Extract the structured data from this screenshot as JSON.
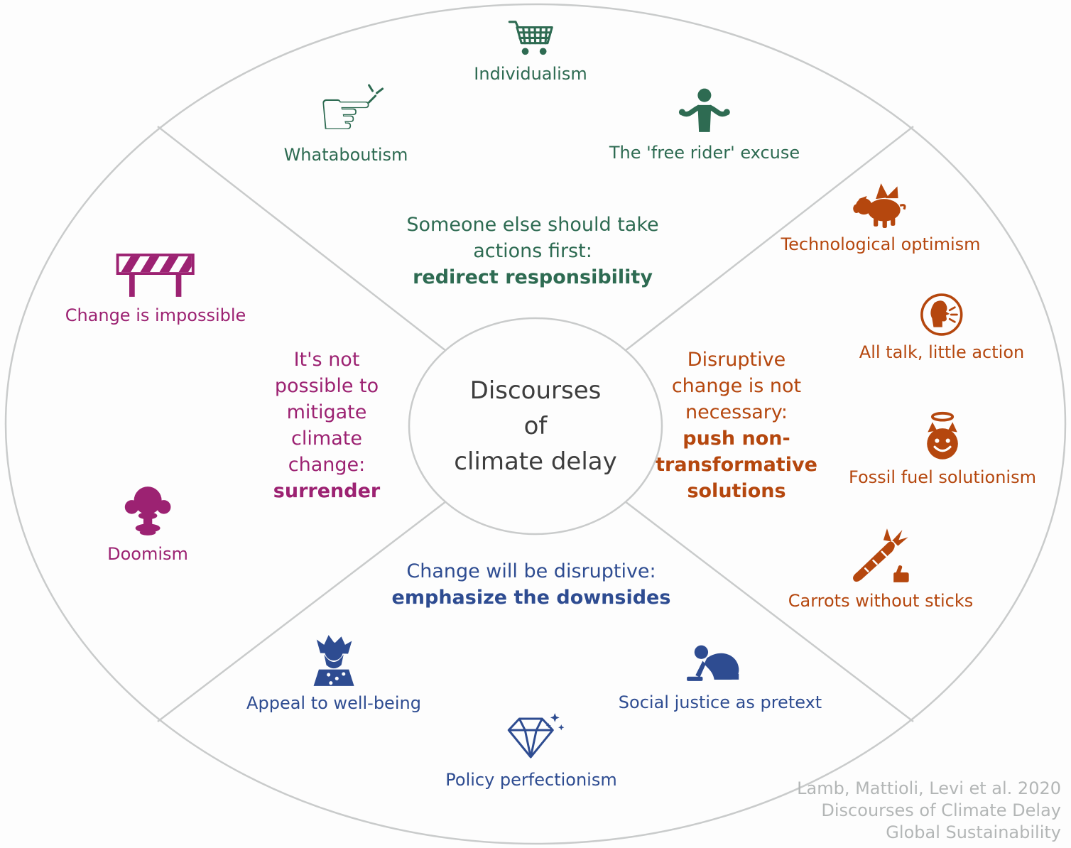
{
  "palette": {
    "green": "#2e6b52",
    "orange": "#b5470e",
    "purple": "#9c2272",
    "blue": "#2e4c91",
    "outline_gray": "#c9cbcb",
    "center_text": "#3d3d3d",
    "citation_gray": "#b3b6b6"
  },
  "center": {
    "lines": [
      "Discourses",
      "of",
      "climate delay"
    ]
  },
  "quadrants": {
    "top": {
      "color": "#2e6b52",
      "heading": {
        "regular": [
          "Someone else should take",
          "actions first:"
        ],
        "bold": [
          "redirect responsibility"
        ]
      },
      "items": [
        {
          "label": "Individualism",
          "icon": "shopping-cart-icon"
        },
        {
          "label": "Whataboutism",
          "icon": "pointing-hand-icon"
        },
        {
          "label": "The 'free rider' excuse",
          "icon": "shrugging-person-icon"
        }
      ]
    },
    "right": {
      "color": "#b5470e",
      "heading": {
        "regular": [
          "Disruptive",
          "change is not",
          "necessary:"
        ],
        "bold": [
          "push non-",
          "transformative",
          "solutions"
        ]
      },
      "items": [
        {
          "label": "Technological optimism",
          "icon": "flying-pig-icon"
        },
        {
          "label": "All talk, little action",
          "icon": "talking-head-icon"
        },
        {
          "label": "Fossil fuel solutionism",
          "icon": "devil-halo-icon"
        },
        {
          "label": "Carrots without sticks",
          "icon": "carrot-thumbs-up-icon"
        }
      ]
    },
    "left": {
      "color": "#9c2272",
      "heading": {
        "regular": [
          "It's not",
          "possible to",
          "mitigate",
          "climate",
          "change:"
        ],
        "bold": [
          "surrender"
        ]
      },
      "items": [
        {
          "label": "Change is impossible",
          "icon": "roadblock-icon"
        },
        {
          "label": "Doomism",
          "icon": "mushroom-cloud-icon"
        }
      ]
    },
    "bottom": {
      "color": "#2e4c91",
      "heading": {
        "regular": [
          "Change will be disruptive:"
        ],
        "bold": [
          "emphasize the downsides"
        ]
      },
      "items": [
        {
          "label": "Appeal to well-being",
          "icon": "caveman-icon"
        },
        {
          "label": "Social justice as pretext",
          "icon": "kneeling-person-icon"
        },
        {
          "label": "Policy perfectionism",
          "icon": "diamond-icon"
        }
      ]
    }
  },
  "citation": {
    "lines": [
      "Lamb, Mattioli, Levi et al. 2020",
      "Discourses of Climate Delay",
      "Global Sustainability"
    ]
  }
}
